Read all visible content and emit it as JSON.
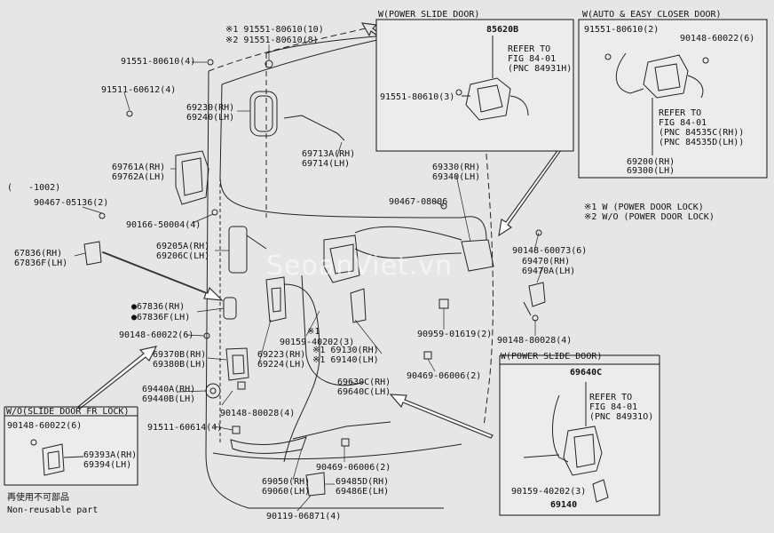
{
  "boxes": {
    "power_slide_door_top": {
      "title": "W(POWER SLIDE DOOR)",
      "part": "85620B",
      "refer": [
        "REFER TO",
        "FIG 84-01",
        "(PNC 84931H)"
      ],
      "screw": "91551-80610(3)"
    },
    "auto_closer": {
      "title": "W(AUTO & EASY CLOSER DOOR)",
      "screw_a": "91551-80610(2)",
      "screw_b": "90148-60022(6)",
      "refer": [
        "REFER TO",
        "FIG 84-01",
        "(PNC 84535C(RH))",
        "(PNC 84535D(LH))"
      ],
      "parts": [
        "69200(RH)",
        "69300(LH)"
      ]
    },
    "power_slide_door_bottom": {
      "title": "W(POWER SLIDE DOOR)",
      "part": "69640C",
      "refer": [
        "REFER TO",
        "FIG 84-01",
        "(PNC 84931O)"
      ],
      "screw": "90159-40202(3)",
      "part2": "69140"
    },
    "slide_door_fr_lock": {
      "title": "W/O(SLIDE DOOR FR LOCK)",
      "screw": "90148-60022(6)",
      "parts": [
        "69393A(RH)",
        "69394(LH)"
      ]
    }
  },
  "notes": {
    "note1": "※1 W (POWER DOOR LOCK)",
    "note2": "※2 W/O (POWER DOOR LOCK)"
  },
  "legend": {
    "jp": "再使用不可部品",
    "en": "Non-reusable part"
  },
  "date_note": "(   -1002)",
  "labels": {
    "l_80610_10": "※1 91551-80610(10)",
    "l_80610_8": "※2 91551-80610(8)",
    "l_80610_4": "91551-80610(4)",
    "l_60612_4": "91511-60612(4)",
    "p69230": "69230(RH)",
    "p69240": "69240(LH)",
    "p69713": "69713A(RH)",
    "p69714": "69714(LH)",
    "p69761": "69761A(RH)",
    "p69762": "69762A(LH)",
    "l_05136": "90467-05136(2)",
    "l_50004": "90166-50004(4)",
    "p69330": "69330(RH)",
    "p69340": "69340(LH)",
    "l_08006": "90467-08006",
    "p67836": "67836(RH)",
    "p67836f": "67836F(LH)",
    "p69205": "69205A(RH)",
    "p69206": "69206C(LH)",
    "l_60073": "90148-60073(6)",
    "p69470": "69470(RH)",
    "p69470a": "69470A(LH)",
    "np67836": "●67836(RH)",
    "np67836f": "●67836F(LH)",
    "n1": "※1",
    "l_40202_3": "90159-40202(3)",
    "l_01619": "90959-01619(2)",
    "l_80028_4r": "90148-80028(4)",
    "l_60022_6": "90148-60022(6)",
    "p69370": "69370B(RH)",
    "p69380": "69380B(LH)",
    "p69223": "69223(RH)",
    "p69224": "69224(LH)",
    "p69130": "※1 69130(RH)",
    "p69140": "※1 69140(LH)",
    "l_06006_2a": "90469-06006(2)",
    "p69440": "69440A(RH)",
    "p69440b": "69440B(LH)",
    "l_80028_4": "90148-80028(4)",
    "p69630": "69630C(RH)",
    "p69640": "69640C(LH)",
    "l_60614": "91511-60614(4)",
    "l_06006_2b": "90469-06006(2)",
    "p69050": "69050(RH)",
    "p69060": "69060(LH)",
    "p69485": "69485D(RH)",
    "p69486": "69486E(LH)",
    "l_06871": "90119-06871(4)"
  },
  "watermark": "SeoanViet.vn"
}
